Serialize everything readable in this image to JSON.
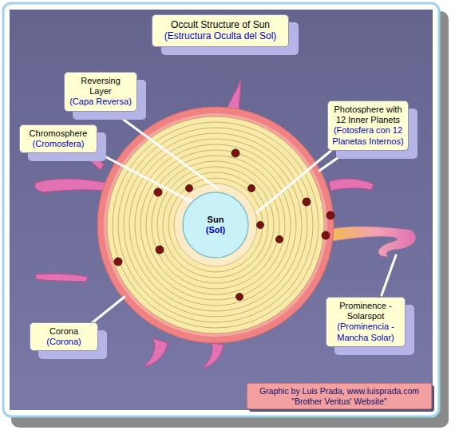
{
  "diagram": {
    "nodes": [
      {
        "text": [
          "Occult Structure of Sun",
          "(Estructura Oculta del Sol)"
        ]
      },
      {
        "text": [
          "Reversing Layer",
          "(Capa Reversa)"
        ]
      },
      {
        "text": [
          "Photosphere with 12 Inner Planets",
          "(Fotosfera con 12 Planetas Internos)"
        ]
      },
      {
        "text": [
          "Chromosphere",
          "(Cromosfera)"
        ]
      },
      {
        "text": [
          "Sun",
          "(Sol)"
        ]
      },
      {
        "text": [
          "Prominence - Solarspot",
          "(Prominencia - Mancha Solar)"
        ]
      },
      {
        "text": [
          "Corona",
          "(Corona)"
        ]
      },
      {
        "text": [
          "Graphic by Luis Prada, www.luisprada.com",
          "\"Brother Veritus' Website\""
        ]
      }
    ]
  }
}
